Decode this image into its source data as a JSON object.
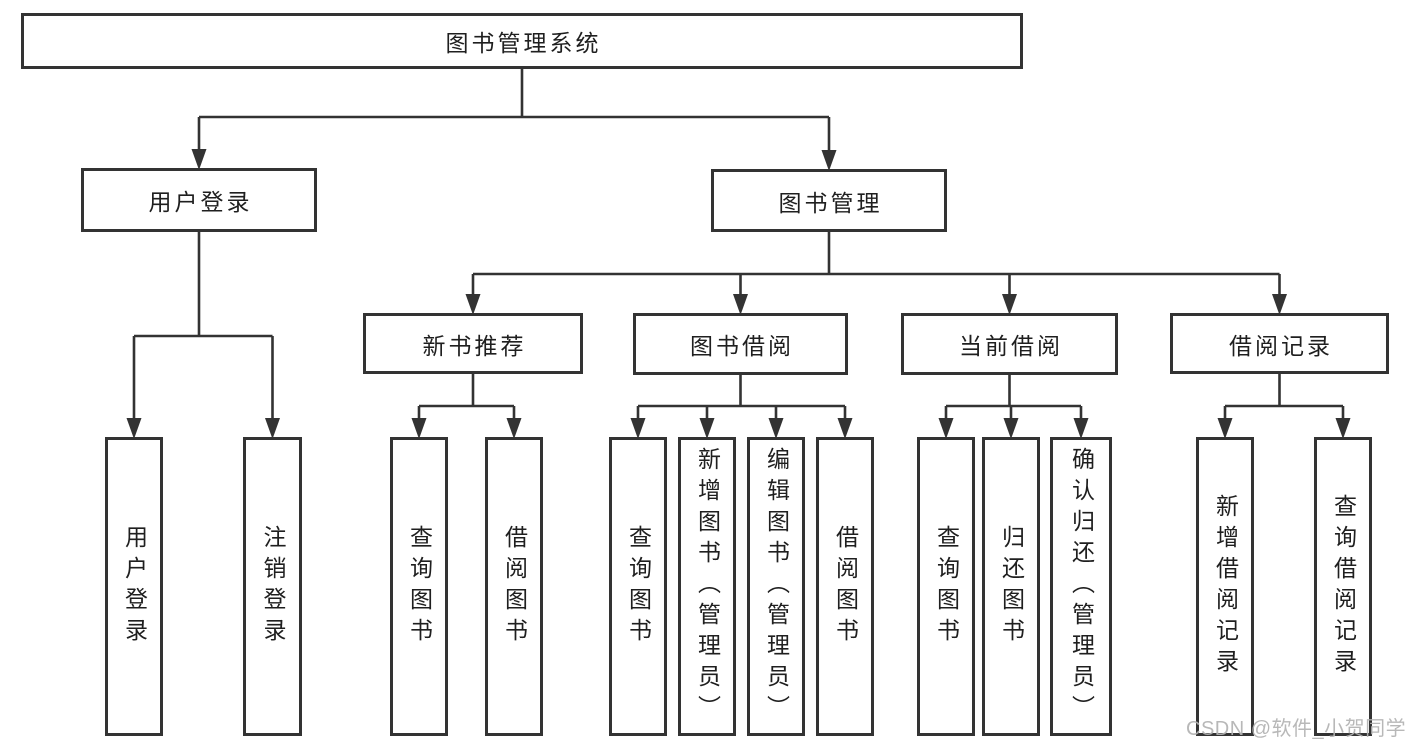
{
  "diagram": {
    "title": "图书管理系统",
    "watermark": "CSDN @软件_小贺同学",
    "colors": {
      "line": "#333333",
      "box_background": "#ffffff",
      "text": "#1f1f1f",
      "watermark_text": "#b3b3b3"
    },
    "nodes": [
      {
        "id": "root",
        "label": "图书管理系统",
        "level": 1
      },
      {
        "id": "user-login",
        "label": "用户登录",
        "level": 2
      },
      {
        "id": "book-mgmt",
        "label": "图书管理",
        "level": 2
      },
      {
        "id": "new-book-rec",
        "label": "新书推荐",
        "level": 3
      },
      {
        "id": "book-borrow",
        "label": "图书借阅",
        "level": 3
      },
      {
        "id": "current-borrow",
        "label": "当前借阅",
        "level": 3
      },
      {
        "id": "borrow-records",
        "label": "借阅记录",
        "level": 3
      },
      {
        "id": "user-login-op",
        "label": "用户登录",
        "level": 4
      },
      {
        "id": "logout-op",
        "label": "注销登录",
        "level": 4
      },
      {
        "id": "nbr-query",
        "label": "查询图书",
        "level": 4
      },
      {
        "id": "nbr-borrow",
        "label": "借阅图书",
        "level": 4
      },
      {
        "id": "bb-query",
        "label": "查询图书",
        "level": 4
      },
      {
        "id": "bb-add",
        "label": "新增图书（管理员）",
        "level": 4
      },
      {
        "id": "bb-edit",
        "label": "编辑图书（管理员）",
        "level": 4
      },
      {
        "id": "bb-borrow",
        "label": "借阅图书",
        "level": 4
      },
      {
        "id": "cb-query",
        "label": "查询图书",
        "level": 4
      },
      {
        "id": "cb-return",
        "label": "归还图书",
        "level": 4
      },
      {
        "id": "cb-confirm",
        "label": "确认归还（管理员）",
        "level": 4
      },
      {
        "id": "br-add",
        "label": "新增借阅记录",
        "level": 4
      },
      {
        "id": "br-query",
        "label": "查询借阅记录",
        "level": 4
      }
    ],
    "edges": [
      {
        "from": "root",
        "to": [
          "user-login",
          "book-mgmt"
        ]
      },
      {
        "from": "user-login",
        "to": [
          "user-login-op",
          "logout-op"
        ]
      },
      {
        "from": "book-mgmt",
        "to": [
          "new-book-rec",
          "book-borrow",
          "current-borrow",
          "borrow-records"
        ]
      },
      {
        "from": "new-book-rec",
        "to": [
          "nbr-query",
          "nbr-borrow"
        ]
      },
      {
        "from": "book-borrow",
        "to": [
          "bb-query",
          "bb-add",
          "bb-edit",
          "bb-borrow"
        ]
      },
      {
        "from": "current-borrow",
        "to": [
          "cb-query",
          "cb-return",
          "cb-confirm"
        ]
      },
      {
        "from": "borrow-records",
        "to": [
          "br-add",
          "br-query"
        ]
      }
    ]
  }
}
